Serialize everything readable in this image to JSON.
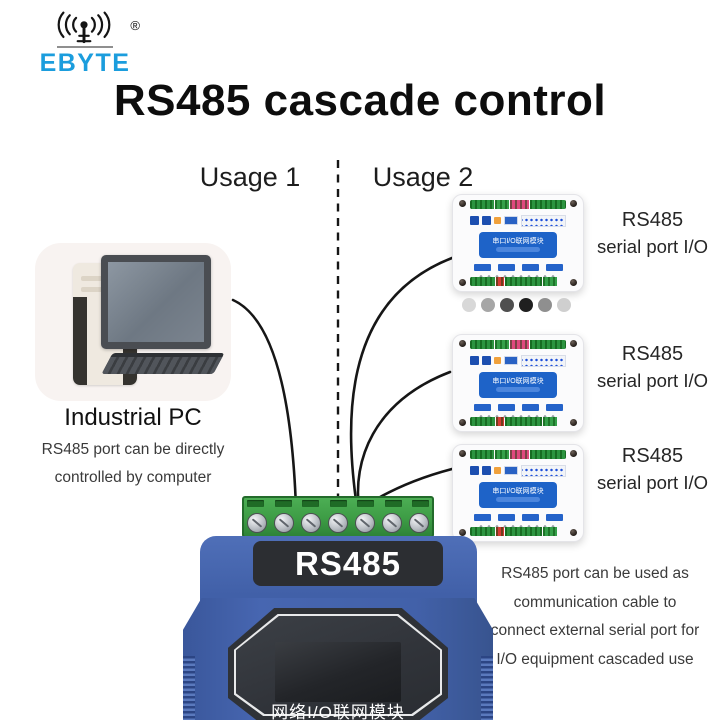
{
  "brand": {
    "name": "EBYTE",
    "registered_mark": "®"
  },
  "title": "RS485 cascade control",
  "usages": {
    "usage1": "Usage 1",
    "usage2": "Usage 2"
  },
  "industrial_pc": {
    "label": "Industrial PC",
    "caption_line1": "RS485 port can be directly",
    "caption_line2": "controlled by computer"
  },
  "modules": [
    {
      "board_text": "串口I/O联网模块",
      "label_line1": "RS485",
      "label_line2": "serial port I/O"
    },
    {
      "board_text": "串口I/O联网模块",
      "label_line1": "RS485",
      "label_line2": "serial port I/O"
    },
    {
      "board_text": "串口I/O联网模块",
      "label_line1": "RS485",
      "label_line2": "serial port I/O"
    }
  ],
  "main_device": {
    "port_label": "RS485",
    "bottom_text": "网络I/O联网模块"
  },
  "right_caption": {
    "line1": "RS485 port can be used as",
    "line2": "communication cable to",
    "line3": "connect external serial port for",
    "line4": "I/O equipment cascaded use"
  },
  "ellipsis_dots": {
    "count": 6,
    "colors": [
      "#d8d8d8",
      "#a6a6a6",
      "#4f4f4f",
      "#1f1f1f",
      "#8f8f8f",
      "#cfcfcf"
    ]
  },
  "colors": {
    "brand_blue": "#1b9ddd",
    "device_blue": "#4160a8",
    "terminal_green": "#3f9f47",
    "band_dark": "#2c2e32",
    "module_label_blue": "#1e63c8",
    "cable_black": "#161616"
  }
}
